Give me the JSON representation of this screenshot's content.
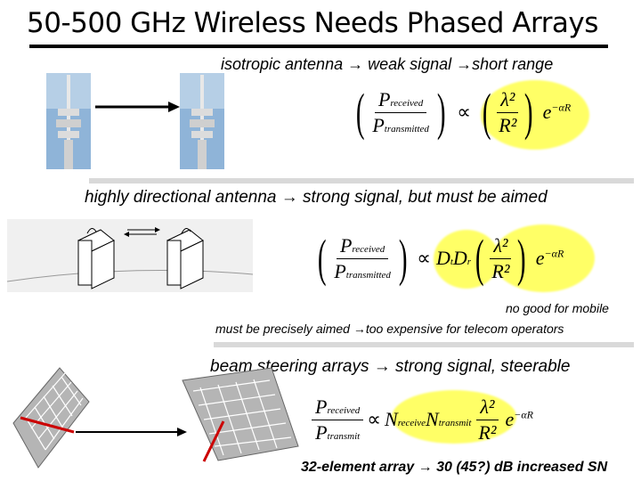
{
  "title": "50-500 GHz Wireless Needs Phased Arrays",
  "section1": {
    "caption": "isotropic antenna → weak signal →short range",
    "formula": {
      "p_received": "P",
      "p_received_sub": "received",
      "p_transmitted": "P",
      "p_transmitted_sub": "transmitted",
      "prop": "∝",
      "lambda2": "λ²",
      "r2": "R²",
      "exp": "e",
      "exp_sup": "−αR"
    }
  },
  "section2": {
    "caption": "highly directional antenna → strong signal, but must be aimed",
    "formula": {
      "p_received": "P",
      "p_received_sub": "received",
      "p_transmitted": "P",
      "p_transmitted_sub": "transmitted",
      "prop": "∝",
      "d": "D",
      "d_t": "t",
      "d2": "D",
      "d_r": "r",
      "lambda2": "λ²",
      "r2": "R²",
      "exp": "e",
      "exp_sup": "−αR"
    },
    "note1": "no good for mobile",
    "note2": "must be precisely aimed →too expensive for telecom operators"
  },
  "section3": {
    "caption": "beam steering arrays → strong signal, steerable",
    "formula": {
      "p_received": "P",
      "p_received_sub": "received",
      "p_transmit": "P",
      "p_transmit_sub": "transmit",
      "prop": "∝",
      "n1": "N",
      "n1_sub": "receive",
      "n2": "N",
      "n2_sub": "transmit",
      "lambda2": "λ²",
      "r2": "R²",
      "exp": "e",
      "exp_sup": "−αR"
    },
    "footer": "32-element array → 30 (45?) dB increased SN"
  },
  "colors": {
    "highlight": "#ffff66",
    "separator": "#d9d9d9",
    "array_line": "#cc0000"
  }
}
